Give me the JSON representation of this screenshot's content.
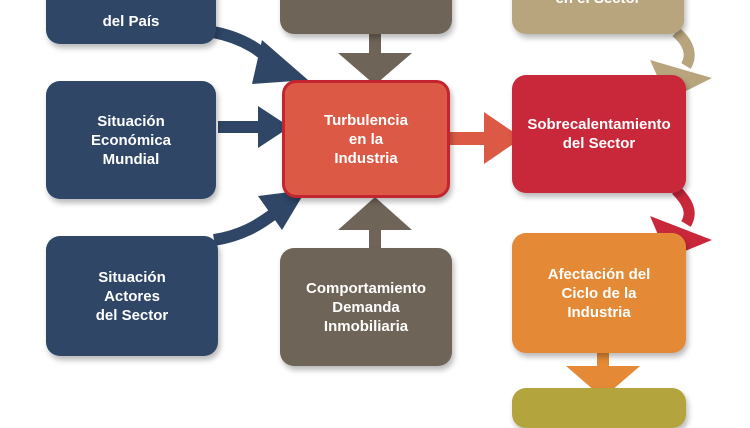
{
  "diagram": {
    "boxes": {
      "pais": "del País",
      "economica_mundial": "Situación\nEconómica\nMundial",
      "actores": "Situación\nActores\ndel Sector",
      "turbulencia": "Turbulencia\nen la\nIndustria",
      "demanda": "Comportamiento\nDemanda\nInmobiliaria",
      "sector_top": "en el Sector",
      "sobrecalentamiento": "Sobrecalentamiento\ndel Sector",
      "afectacion": "Afectación del\nCiclo de la\nIndustria"
    },
    "colors": {
      "navy": "#2f4667",
      "gray": "#6e6457",
      "tan": "#b8a57e",
      "red": "#c9283a",
      "coral": "#dc5a45",
      "orange": "#e48a36",
      "olive": "#b3a43d"
    }
  }
}
